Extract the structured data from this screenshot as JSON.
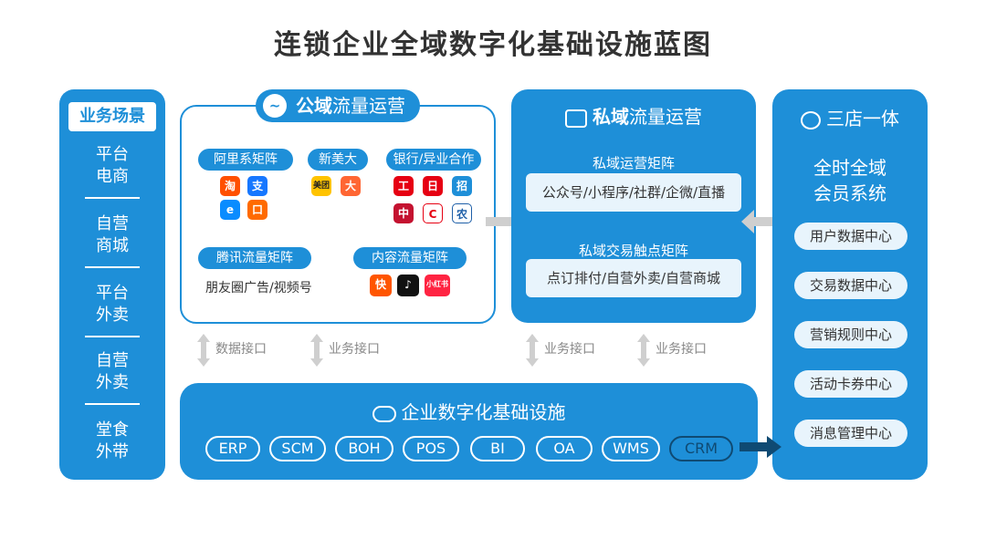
{
  "title": "连锁企业全域数字化基础设施蓝图",
  "left": {
    "header": "业务场景",
    "items": [
      [
        "平台",
        "电商"
      ],
      [
        "自营",
        "商城"
      ],
      [
        "平台",
        "外卖"
      ],
      [
        "自营",
        "外卖"
      ],
      [
        "堂食",
        "外带"
      ]
    ]
  },
  "public": {
    "title_bold": "公域",
    "title_rest": "流量运营",
    "groups": {
      "alibaba": "阿里系矩阵",
      "meituan": "新美大",
      "bank": "银行/异业合作",
      "tencent": "腾讯流量矩阵",
      "content": "内容流量矩阵"
    },
    "tencent_text": "朋友圈广告/视频号",
    "app_icons": {
      "taobao": "淘",
      "alipay": "支",
      "eleme": "e",
      "koubei": "口",
      "meituan": "美团",
      "dianping": "大",
      "icbc": "工",
      "bocom": "日",
      "cmb": "招",
      "boc": "中",
      "ccb": "C",
      "abc": "农",
      "kuaishou": "快",
      "douyin": "♪",
      "xiaohongshu": "小红书"
    }
  },
  "private": {
    "title_bold": "私域",
    "title_rest": "流量运营",
    "sub1": "私域运营矩阵",
    "card1": "公众号/小程序/社群/企微/直播",
    "sub2": "私域交易触点矩阵",
    "card2": "点订排付/自营外卖/自营商城"
  },
  "right": {
    "title": "三店一体",
    "sub": [
      "全时全域",
      "会员系统"
    ],
    "buttons": [
      "用户数据中心",
      "交易数据中心",
      "营销规则中心",
      "活动卡券中心",
      "消息管理中心"
    ]
  },
  "base": {
    "title": "企业数字化基础设施",
    "systems": [
      "ERP",
      "SCM",
      "BOH",
      "POS",
      "BI",
      "OA",
      "WMS",
      "CRM"
    ]
  },
  "interfaces": [
    "数据接口",
    "业务接口",
    "业务接口",
    "业务接口"
  ],
  "colors": {
    "primary": "#1e8fd8",
    "light": "#e8f4fc",
    "dark": "#0f4a73",
    "arrow": "#cfcfcf"
  }
}
